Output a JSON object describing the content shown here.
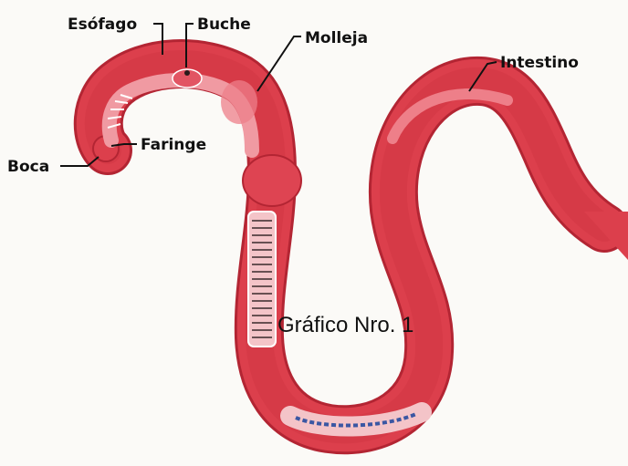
{
  "labels": {
    "esofago": "Esófago",
    "buche": "Buche",
    "molleja": "Molleja",
    "intestino": "Intestino",
    "faringe": "Faringe",
    "boca": "Boca"
  },
  "caption": "Gráfico Nro. 1",
  "colors": {
    "worm_body": "#dc3f4c",
    "worm_dark": "#c2303c",
    "worm_outline": "#b32533",
    "interior_light": "#f09aa2",
    "label_text": "#111111",
    "background": "#fbfaf7"
  }
}
